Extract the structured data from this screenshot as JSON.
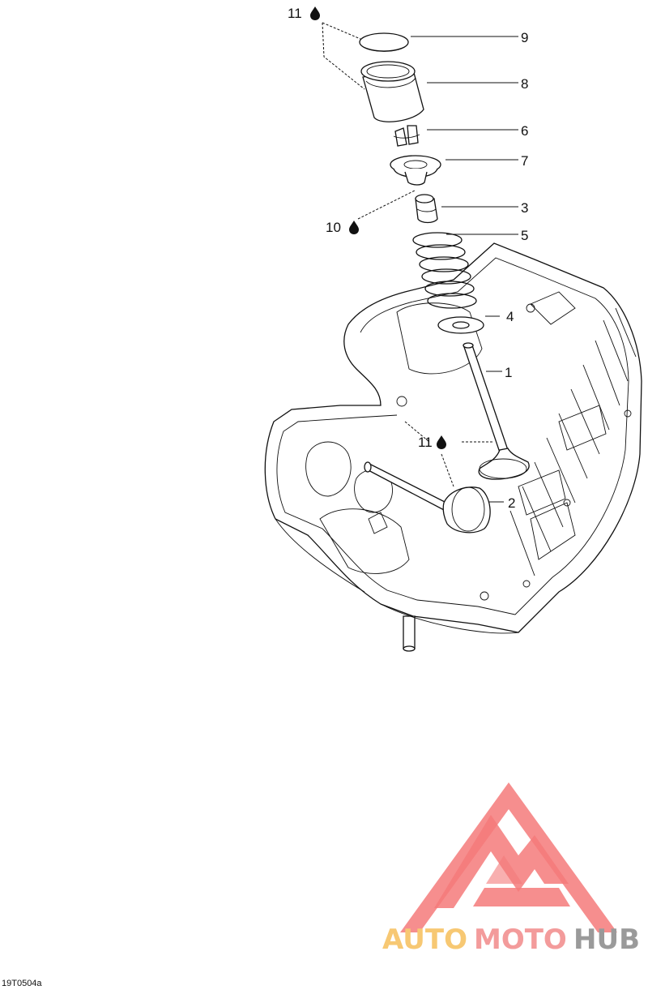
{
  "callouts": {
    "c9": "9",
    "c8": "8",
    "c6": "6",
    "c7": "7",
    "c3": "3",
    "c5": "5",
    "c4": "4",
    "c1": "1",
    "c2": "2",
    "c11_top": "11",
    "c10": "10",
    "c11_mid": "11"
  },
  "reference_code": "19T0504a",
  "watermark": {
    "part1": "AUTO",
    "part2": "MOTO",
    "part3": "HUB",
    "colors": {
      "auto": "#f7c873",
      "moto": "#f39b9b",
      "hub": "#9a9a9a",
      "mark": "#f47a7a"
    }
  },
  "icons": [
    "oil-drop-icon"
  ]
}
